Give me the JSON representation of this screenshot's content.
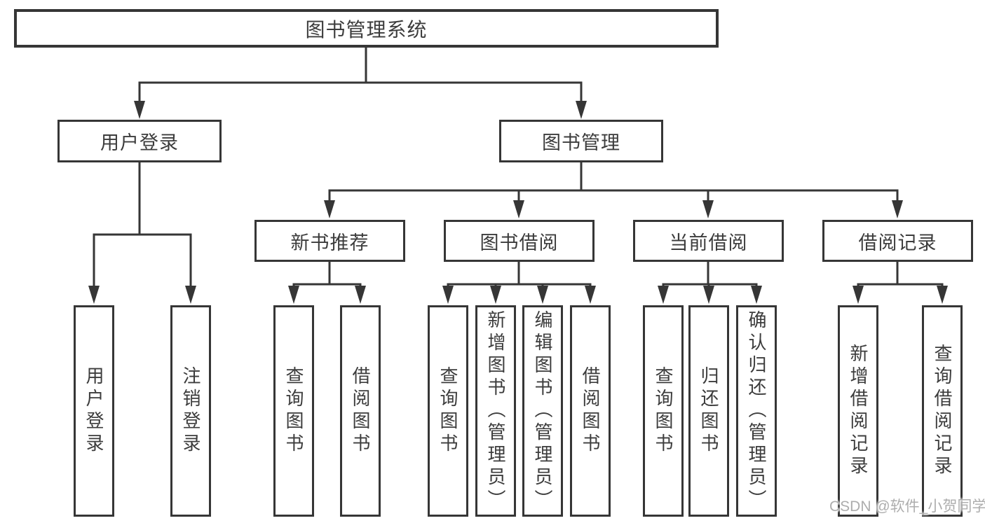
{
  "diagram": {
    "root": {
      "label": "图书管理系统"
    },
    "user_login": {
      "label": "用户登录",
      "children": {
        "login": {
          "label": "用户登录"
        },
        "logout": {
          "label": "注销登录"
        }
      }
    },
    "book_mgmt": {
      "label": "图书管理",
      "sections": {
        "new_book": {
          "label": "新书推荐",
          "children": {
            "query": {
              "label": "查询图书"
            },
            "borrow": {
              "label": "借阅图书"
            }
          }
        },
        "borrow": {
          "label": "图书借阅",
          "children": {
            "query": {
              "label": "查询图书"
            },
            "add": {
              "label": "新增图书（管理员）"
            },
            "edit": {
              "label": "编辑图书（管理员）"
            },
            "borrow": {
              "label": "借阅图书"
            }
          }
        },
        "current": {
          "label": "当前借阅",
          "children": {
            "query": {
              "label": "查询图书"
            },
            "return": {
              "label": "归还图书"
            },
            "confirm": {
              "label": "确认归还（管理员）"
            }
          }
        },
        "records": {
          "label": "借阅记录",
          "children": {
            "add": {
              "label": "新增借阅记录"
            },
            "query": {
              "label": "查询借阅记录"
            }
          }
        }
      }
    }
  },
  "colors": {
    "line": "#363636",
    "text": "#3c3c3c",
    "watermark": "#adadad",
    "background": "#ffffff"
  },
  "watermark": {
    "text": "CSDN @软件_小贺同学"
  }
}
